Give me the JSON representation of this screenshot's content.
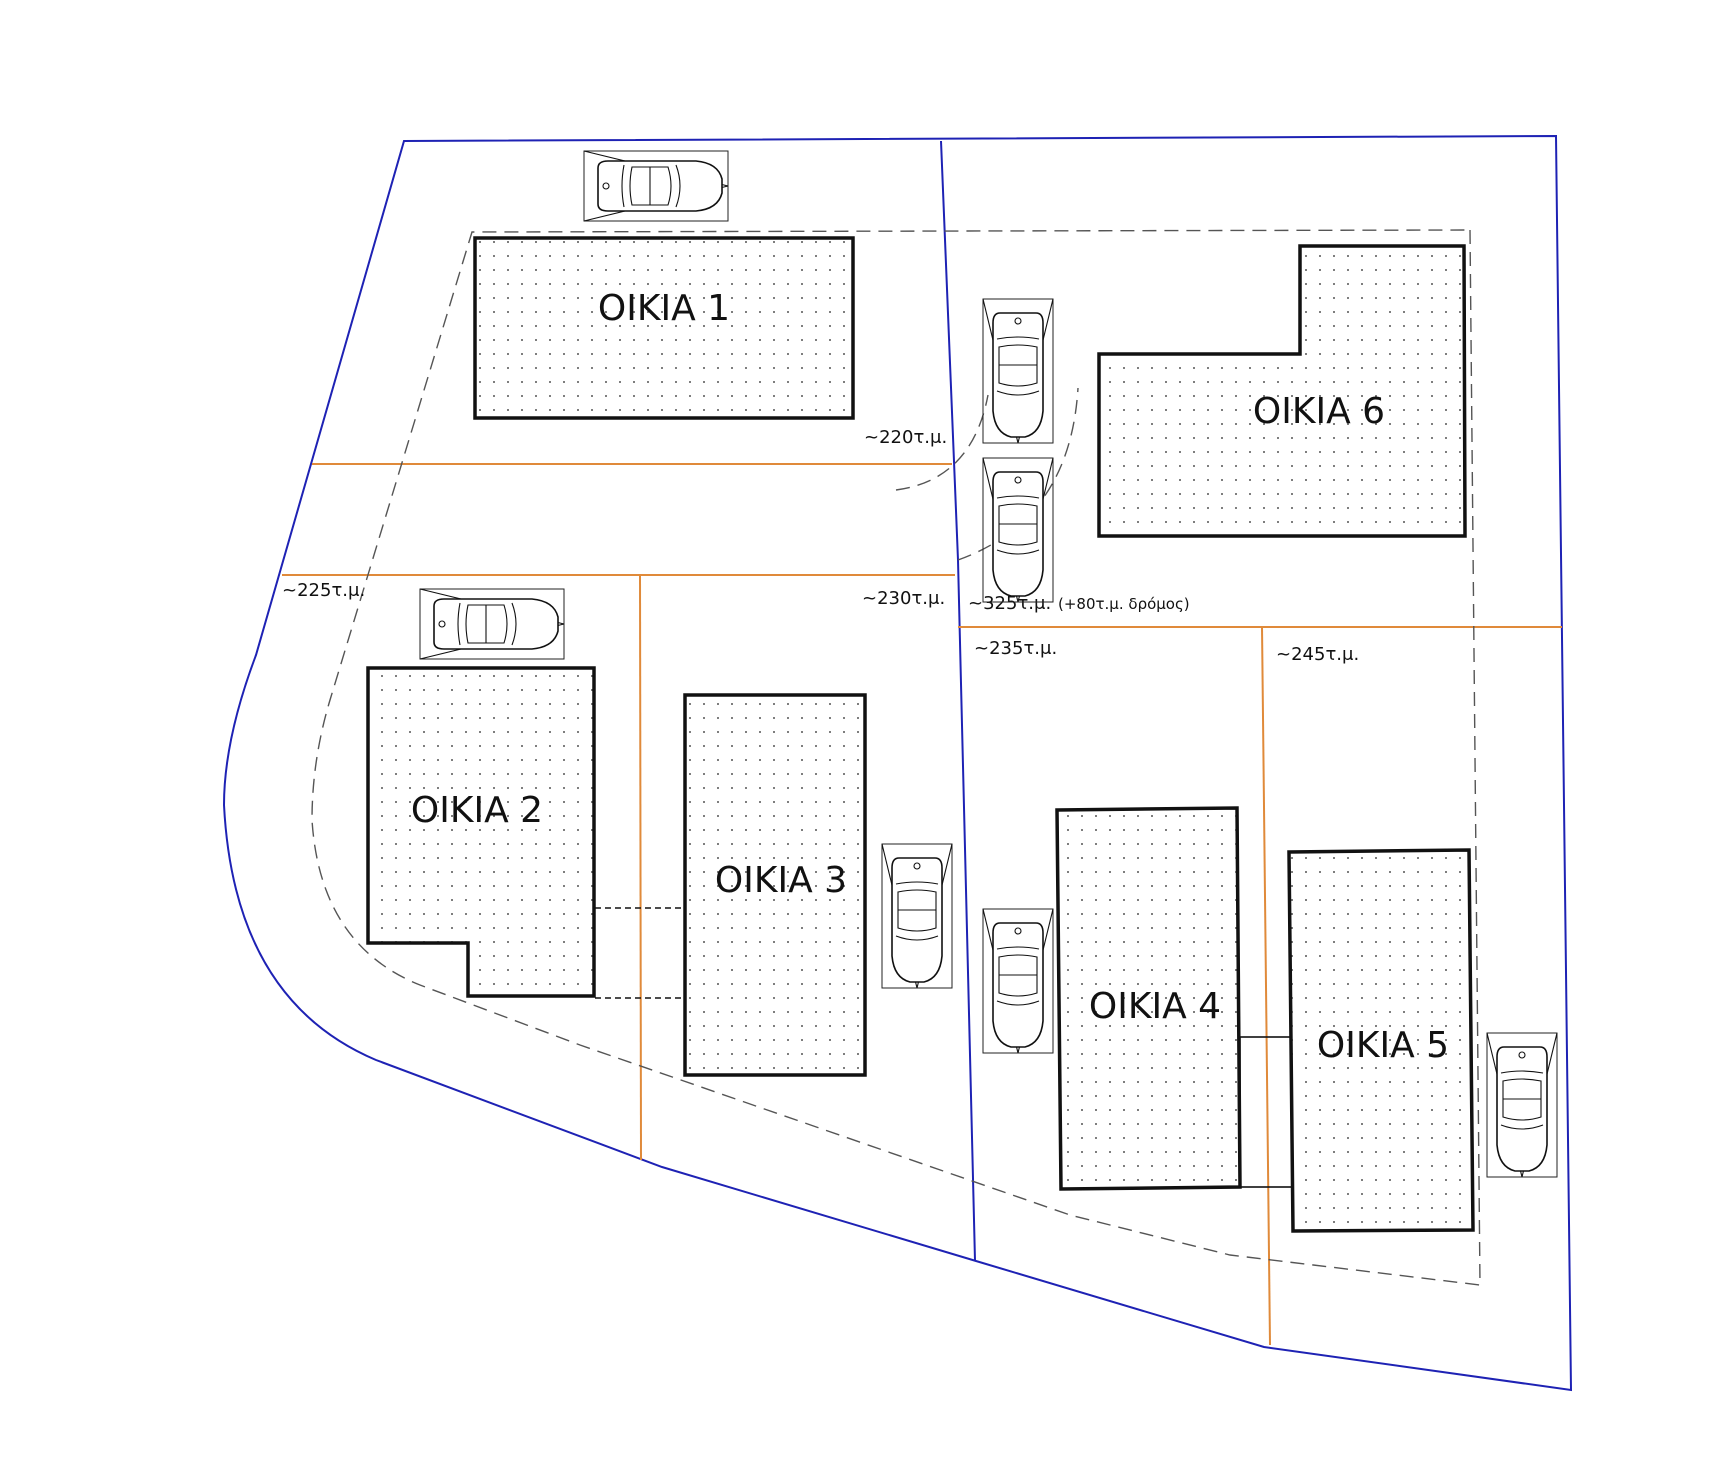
{
  "houses": [
    {
      "id": "1",
      "label": "OIKIA 1"
    },
    {
      "id": "2",
      "label": "OIKIA 2"
    },
    {
      "id": "3",
      "label": "OIKIA 3"
    },
    {
      "id": "4",
      "label": "OIKIA 4"
    },
    {
      "id": "5",
      "label": "OIKIA 5"
    },
    {
      "id": "6",
      "label": "OIKIA 6"
    }
  ],
  "areas": {
    "plot1": "~220τ.μ.",
    "plot2": "~225τ.μ.",
    "plot3": "~230τ.μ.",
    "plot6": "~325τ.μ.",
    "plot6_note": "(+80τ.μ. δρόμος)",
    "plot4": "~235τ.μ.",
    "plot5": "~245τ.μ."
  },
  "colors": {
    "boundary": "#1e22b4",
    "plot_division": "#e08a3a",
    "building_outline": "#111111"
  }
}
